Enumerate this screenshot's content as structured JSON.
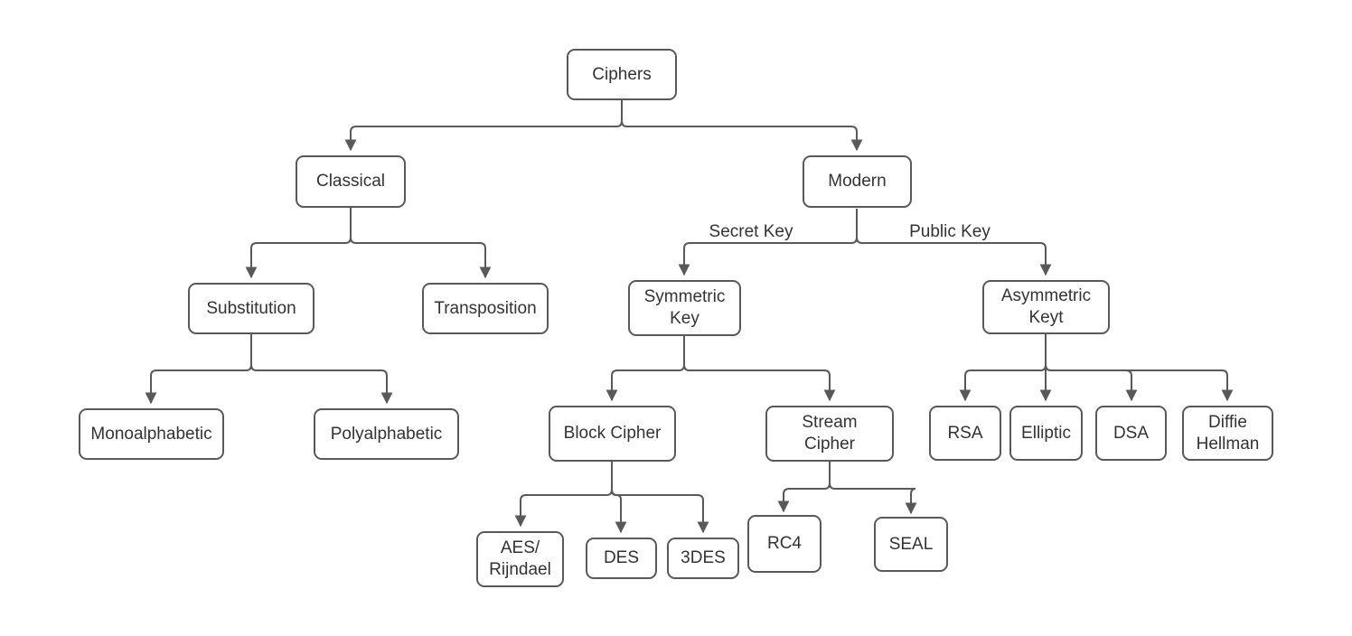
{
  "diagram": {
    "nodes": {
      "ciphers": {
        "label": "Ciphers"
      },
      "classical": {
        "label": "Classical"
      },
      "modern": {
        "label": "Modern"
      },
      "substitution": {
        "label": "Substitution"
      },
      "transposition": {
        "label": "Transposition"
      },
      "symmetric": {
        "label": "Symmetric\nKey"
      },
      "asymmetric": {
        "label": "Asymmetric\nKeyt"
      },
      "monoalphabetic": {
        "label": "Monoalphabetic"
      },
      "polyalphabetic": {
        "label": "Polyalphabetic"
      },
      "block_cipher": {
        "label": "Block Cipher"
      },
      "stream_cipher": {
        "label": "Stream\nCipher"
      },
      "aes_rijndael": {
        "label": "AES/\nRijndael"
      },
      "des": {
        "label": "DES"
      },
      "triple_des": {
        "label": "3DES"
      },
      "rc4": {
        "label": "RC4"
      },
      "seal": {
        "label": "SEAL"
      },
      "rsa": {
        "label": "RSA"
      },
      "elliptic": {
        "label": "Elliptic"
      },
      "dsa": {
        "label": "DSA"
      },
      "diffie_hellman": {
        "label": "Diffie\nHellman"
      }
    },
    "edge_labels": {
      "secret_key": "Secret Key",
      "public_key": "Public Key"
    },
    "edges": [
      {
        "from": "Ciphers",
        "to": "Classical"
      },
      {
        "from": "Ciphers",
        "to": "Modern"
      },
      {
        "from": "Classical",
        "to": "Substitution"
      },
      {
        "from": "Classical",
        "to": "Transposition"
      },
      {
        "from": "Modern",
        "to": "Symmetric Key",
        "label": "Secret Key"
      },
      {
        "from": "Modern",
        "to": "Asymmetric Keyt",
        "label": "Public Key"
      },
      {
        "from": "Substitution",
        "to": "Monoalphabetic"
      },
      {
        "from": "Substitution",
        "to": "Polyalphabetic"
      },
      {
        "from": "Symmetric Key",
        "to": "Block Cipher"
      },
      {
        "from": "Symmetric Key",
        "to": "Stream Cipher"
      },
      {
        "from": "Asymmetric Keyt",
        "to": "RSA"
      },
      {
        "from": "Asymmetric Keyt",
        "to": "Elliptic"
      },
      {
        "from": "Asymmetric Keyt",
        "to": "DSA"
      },
      {
        "from": "Asymmetric Keyt",
        "to": "Diffie Hellman"
      },
      {
        "from": "Block Cipher",
        "to": "AES/ Rijndael"
      },
      {
        "from": "Block Cipher",
        "to": "DES"
      },
      {
        "from": "Block Cipher",
        "to": "3DES"
      },
      {
        "from": "Stream Cipher",
        "to": "RC4"
      },
      {
        "from": "Stream Cipher",
        "to": "SEAL"
      }
    ],
    "colors": {
      "node_border": "#595959",
      "connector": "#595959",
      "text": "#333333",
      "background": "#ffffff"
    }
  }
}
